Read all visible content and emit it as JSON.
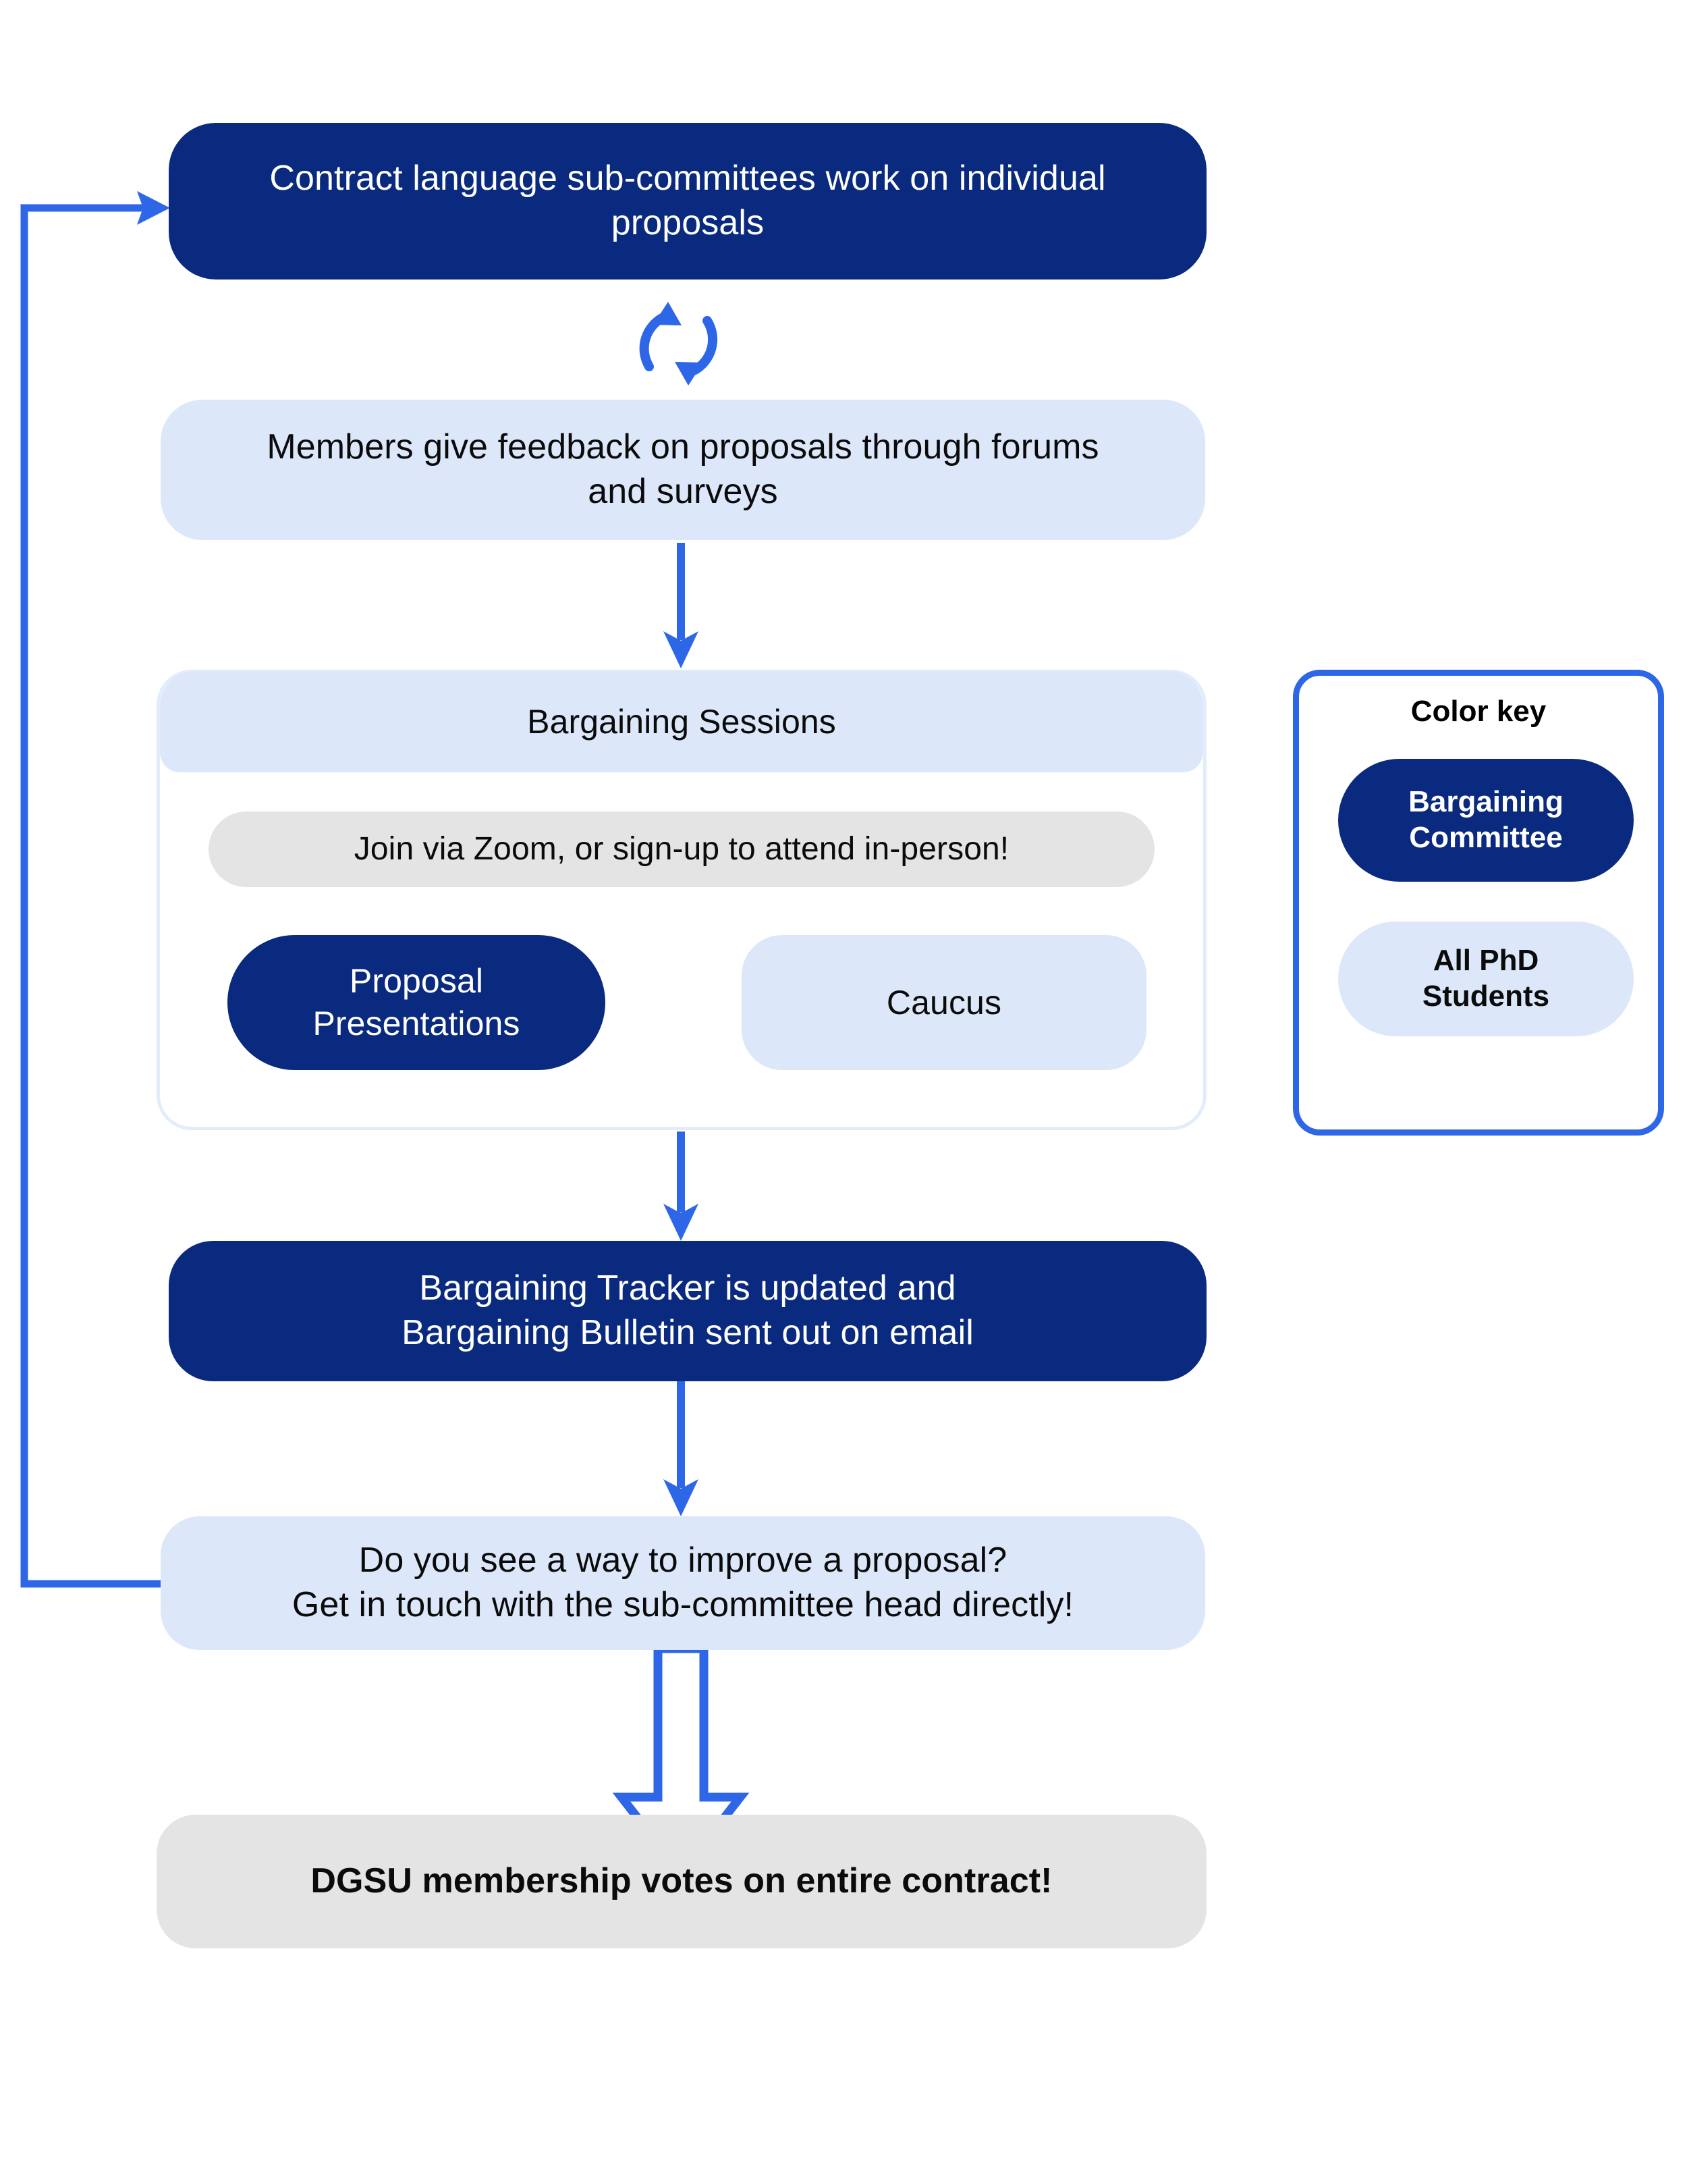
{
  "diagram": {
    "title": "DGSU bargaining process flowchart",
    "colors": {
      "navy": "#0A2A80",
      "light_blue": "#DCE7FA",
      "grey": "#E4E4E4",
      "accent_blue": "#2D67E8",
      "background": "#FFFFFF"
    }
  },
  "nodes": {
    "subcommittees": "Contract language sub-committees work on individual\nproposals",
    "feedback": "Members give feedback on proposals through forums\nand surveys",
    "bargaining_header": "Bargaining Sessions",
    "zoom_note": "Join via Zoom, or sign-up to attend in-person!",
    "proposal_presentations": "Proposal\nPresentations",
    "caucus": "Caucus",
    "tracker": "Bargaining Tracker is updated and\nBargaining Bulletin sent out on email",
    "improve": "Do you see a way to improve a proposal?\nGet in touch with the sub-committee head directly!",
    "vote": "DGSU membership votes on entire contract!"
  },
  "color_key": {
    "title": "Color key",
    "items": [
      {
        "label": "Bargaining\nCommittee",
        "color": "#0A2A80",
        "text_color": "#FFFFFF"
      },
      {
        "label": "All PhD\nStudents",
        "color": "#DCE7FA",
        "text_color": "#0B0B0B"
      }
    ]
  },
  "connectors": {
    "cycle_top": "cycle-arrows-icon",
    "cycle_inner": "cycle-arrows-icon",
    "arrow_feedback_to_bargaining": "down-arrow-icon",
    "arrow_bargaining_to_tracker": "down-arrow-icon",
    "arrow_tracker_to_improve": "down-arrow-icon",
    "arrow_improve_to_vote": "hollow-block-down-arrow-icon",
    "feedback_loop": "loop-back-arrow-icon"
  }
}
